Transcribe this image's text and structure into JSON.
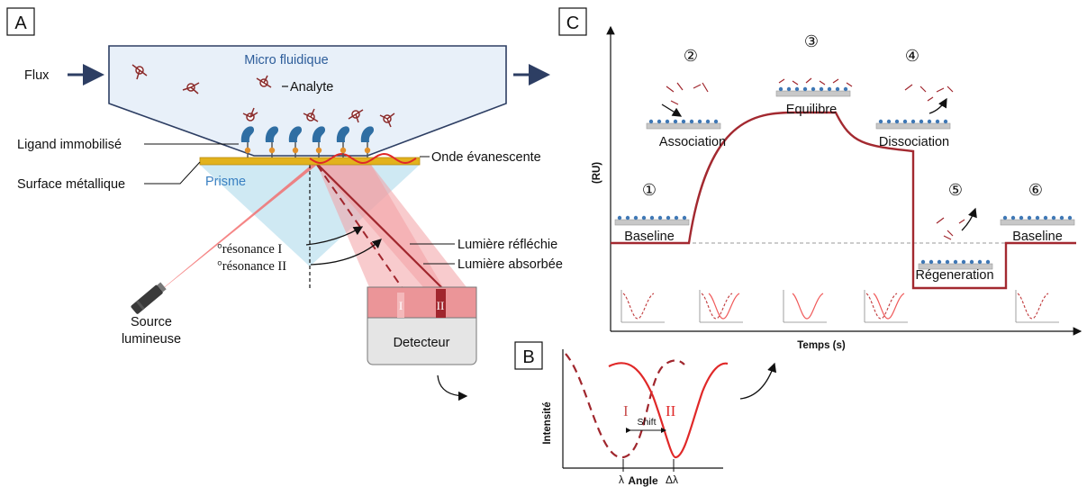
{
  "colors": {
    "navy": "#2d3e63",
    "gold": "#e2b21c",
    "red_light": "#f05a5a",
    "dark_red": "#a0262d",
    "curve_red": "#a32930",
    "prism": "#bfe1ef",
    "ligand_blue": "#2f6ea3",
    "ligand_orange": "#e3912a",
    "detector_pink": "#eb9598",
    "detector_gray": "#e5e5e5",
    "sample_blue": "#3f78b5",
    "plate_gray": "#c8c8c8"
  },
  "panelA": {
    "label": "A",
    "flux": "Flux",
    "micro": "Micro fluidique",
    "analyte": "Analyte",
    "ligand": "Ligand immobilisé",
    "onde": "Onde évanescente",
    "surface": "Surface métallique",
    "prisme": "Prisme",
    "res1": "°résonance I",
    "res2": "°résonance II",
    "reflechie": "Lumière réfléchie",
    "absorbee": "Lumière absorbée",
    "source_line1": "Source",
    "source_line2": "lumineuse",
    "detecteur": "Detecteur",
    "det_I": "I",
    "det_II": "II"
  },
  "panelB": {
    "label": "B",
    "ylabel": "Intensité",
    "xlabel": "Angle",
    "curve1": "I",
    "curve2": "II",
    "shift": "Shift",
    "lambda": "λ",
    "delta_lambda": "Δλ"
  },
  "panelC": {
    "label": "C",
    "ylabel": "(RU)",
    "xlabel": "Temps (s)",
    "stages": [
      {
        "num": "①",
        "label": "Baseline"
      },
      {
        "num": "②",
        "label": "Association"
      },
      {
        "num": "③",
        "label": "Equilibre"
      },
      {
        "num": "④",
        "label": "Dissociation"
      },
      {
        "num": "⑤",
        "label": "Régeneration"
      },
      {
        "num": "⑥",
        "label": "Baseline"
      }
    ]
  }
}
